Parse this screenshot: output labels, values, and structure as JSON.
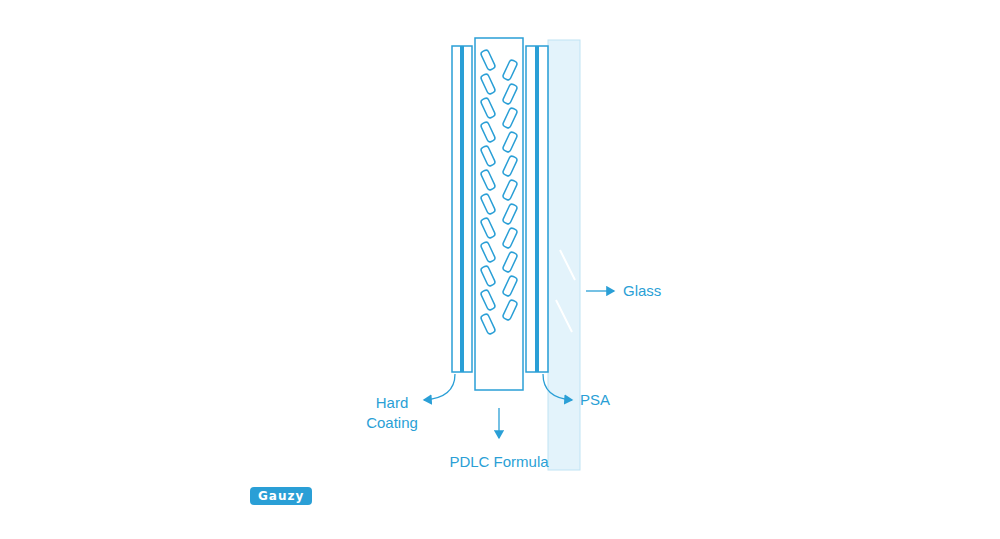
{
  "diagram": {
    "labels": [
      "Glass",
      "Hard Coating",
      "PDLC Formula",
      "PSA",
      "Gauzy"
    ]
  }
}
